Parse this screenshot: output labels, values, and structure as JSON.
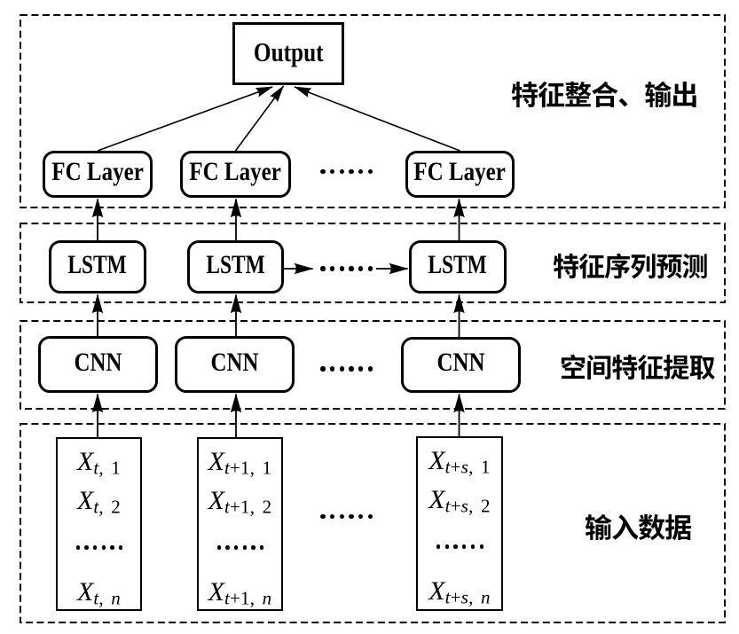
{
  "diagram": {
    "bands": [
      {
        "label": "特征整合、输出"
      },
      {
        "label": "特征序列预测"
      },
      {
        "label": "空间特征提取"
      },
      {
        "label": "输入数据"
      }
    ],
    "nodes": {
      "output": "Output",
      "fc": [
        "FC Layer",
        "FC Layer",
        "FC Layer"
      ],
      "lstm": [
        "LSTM",
        "LSTM",
        "LSTM"
      ],
      "cnn": [
        "CNN",
        "CNN",
        "CNN"
      ]
    },
    "ellipsis": "……",
    "colors": {
      "ink": "#000000",
      "background": "#ffffff"
    },
    "input_columns": [
      {
        "rows": [
          {
            "base": "X",
            "it": "t",
            "up": ", 1"
          },
          {
            "base": "X",
            "it": "t",
            "up": ", 2"
          },
          {
            "ellipsis": "……"
          },
          {
            "base": "X",
            "it": "t",
            "up": ", ",
            "it3": "n"
          }
        ]
      },
      {
        "rows": [
          {
            "base": "X",
            "it": "t",
            "up": "+1, 1"
          },
          {
            "base": "X",
            "it": "t",
            "up": "+1, 2"
          },
          {
            "ellipsis": "……"
          },
          {
            "base": "X",
            "it": "t",
            "up": "+1, ",
            "it3": "n"
          }
        ]
      },
      {
        "rows": [
          {
            "base": "X",
            "it": "t",
            "up": "+",
            "it2": "s",
            "up2": ", 1"
          },
          {
            "base": "X",
            "it": "t",
            "up": "+",
            "it2": "s",
            "up2": ", 2"
          },
          {
            "ellipsis": "……"
          },
          {
            "base": "X",
            "it": "t",
            "up": "+",
            "it2": "s",
            "up2": ", ",
            "it3": "n"
          }
        ]
      }
    ]
  }
}
